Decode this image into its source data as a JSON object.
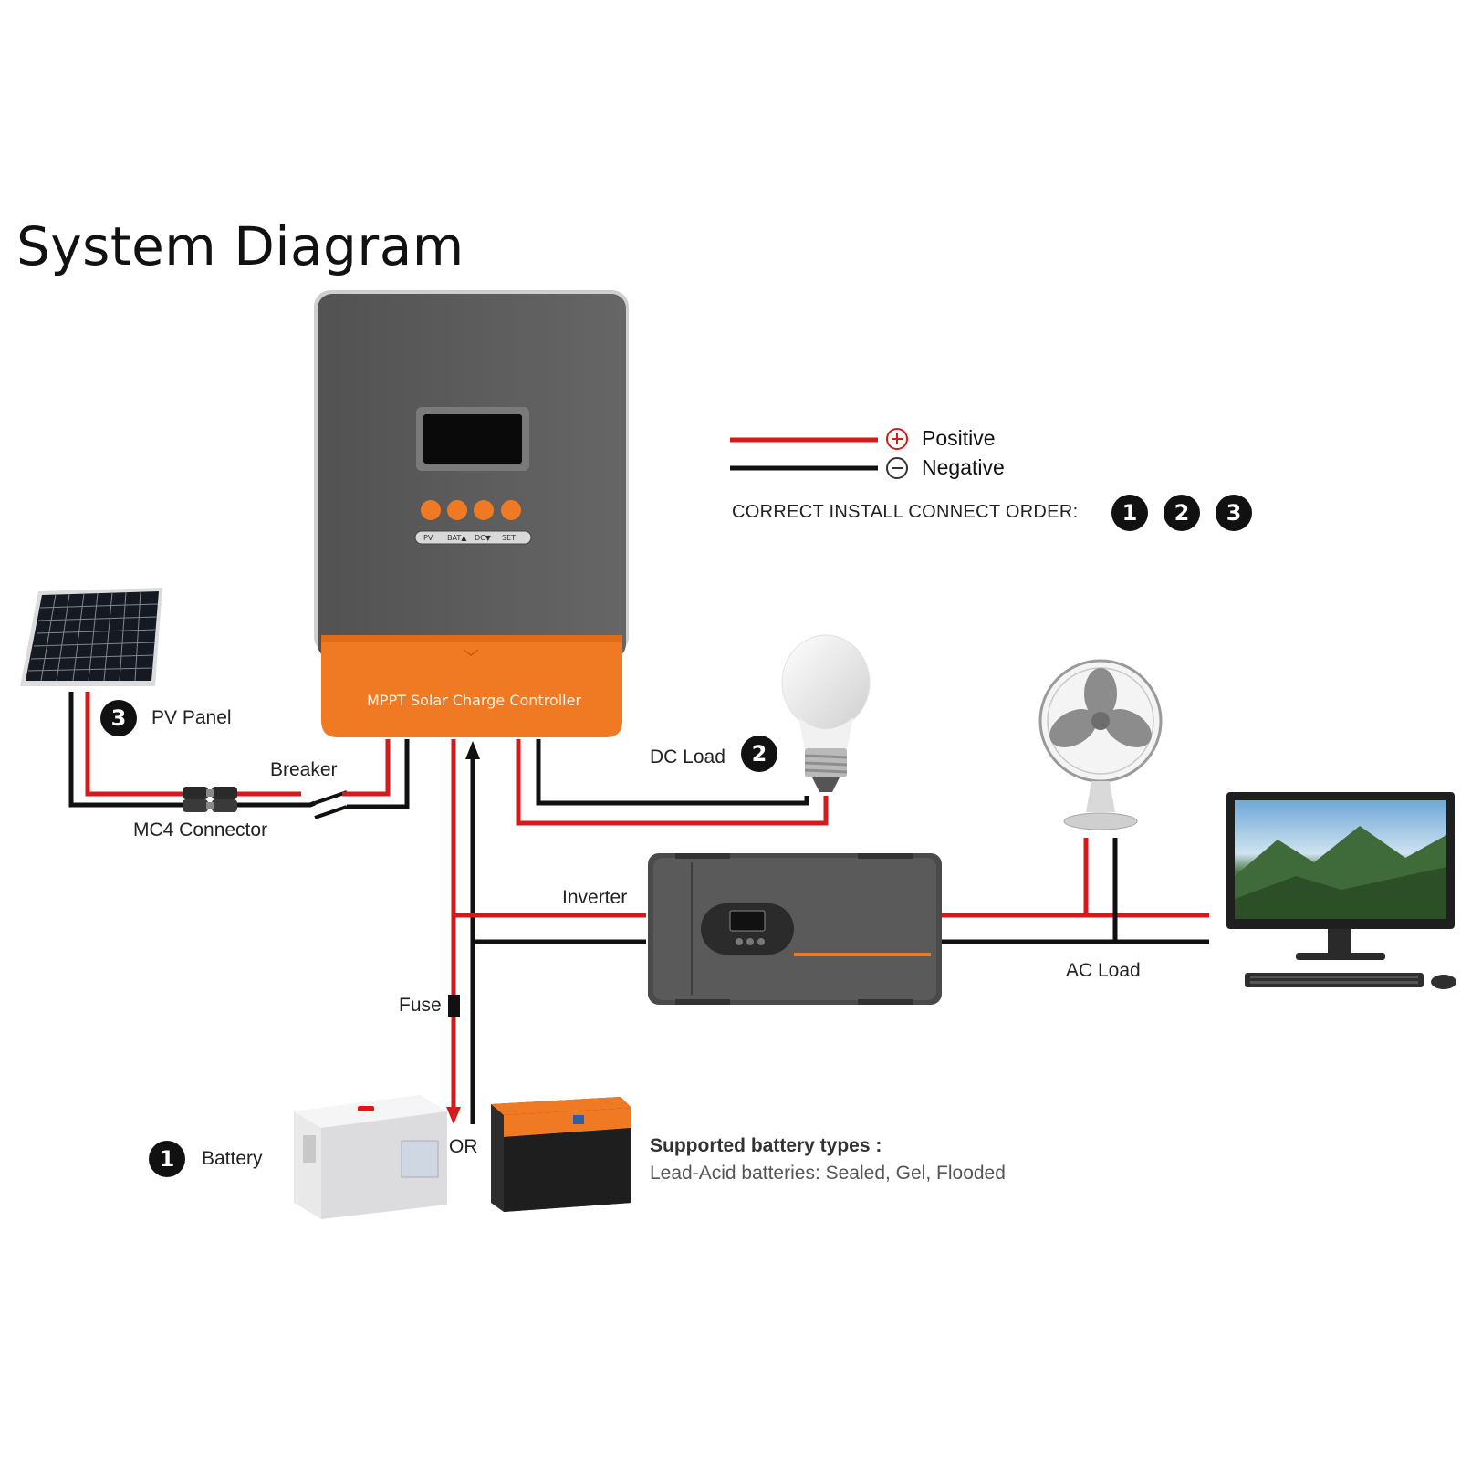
{
  "title": "System Diagram",
  "legend": {
    "positive_label": "Positive",
    "negative_label": "Negative",
    "positive_color": "#d6191b",
    "negative_color": "#111111",
    "order_label": "CORRECT INSTALL CONNECT ORDER:",
    "order_steps": [
      "1",
      "2",
      "3"
    ]
  },
  "controller": {
    "name": "MPPT Solar Charge Controller",
    "buttons": [
      "PV",
      "BAT▲",
      "DC▼",
      "SET"
    ],
    "body_color": "#5a5a5a",
    "accent_color": "#f07a24"
  },
  "components": {
    "pv_panel": {
      "label": "PV Panel",
      "step": "3"
    },
    "breaker": {
      "label": "Breaker"
    },
    "mc4": {
      "label": "MC4 Connector"
    },
    "dc_load": {
      "label": "DC Load",
      "step": "2"
    },
    "inverter": {
      "label": "Inverter"
    },
    "ac_load": {
      "label": "AC Load"
    },
    "fuse": {
      "label": "Fuse"
    },
    "battery": {
      "label": "Battery",
      "step": "1"
    },
    "or_label": "OR"
  },
  "battery_types": {
    "title": "Supported battery types :",
    "body": "Lead-Acid batteries: Sealed, Gel, Flooded"
  }
}
